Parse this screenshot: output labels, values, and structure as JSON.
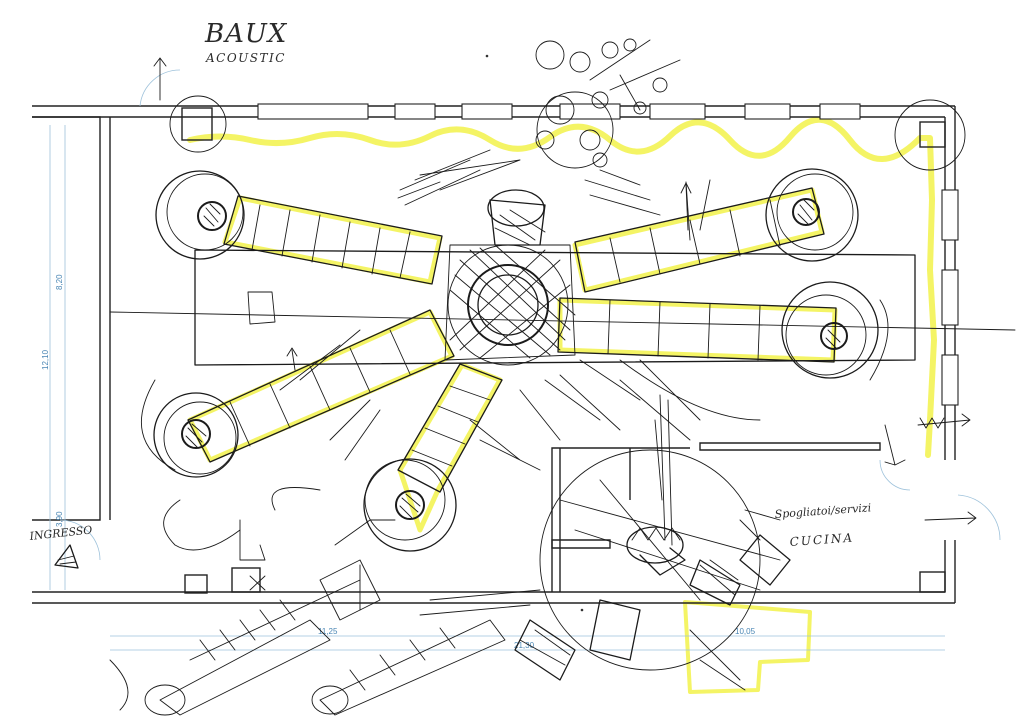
{
  "title": "BAUX",
  "subtitle": "ACOUSTIC",
  "notes": {
    "entrance": "INGRESSO",
    "kitchen_line1": "Spogliatoi/servizi",
    "kitchen_line2": "CUCINA"
  },
  "dimensions": {
    "left_total": "12,10",
    "left_upper": "8,20",
    "left_lower": "3,90",
    "bottom_total": "21,30",
    "bottom_left": "11,25",
    "bottom_right": "10,05"
  },
  "colors": {
    "ink": "#1b1b1b",
    "highlight": "#f2f24a",
    "dimension": "#4a86b4"
  }
}
